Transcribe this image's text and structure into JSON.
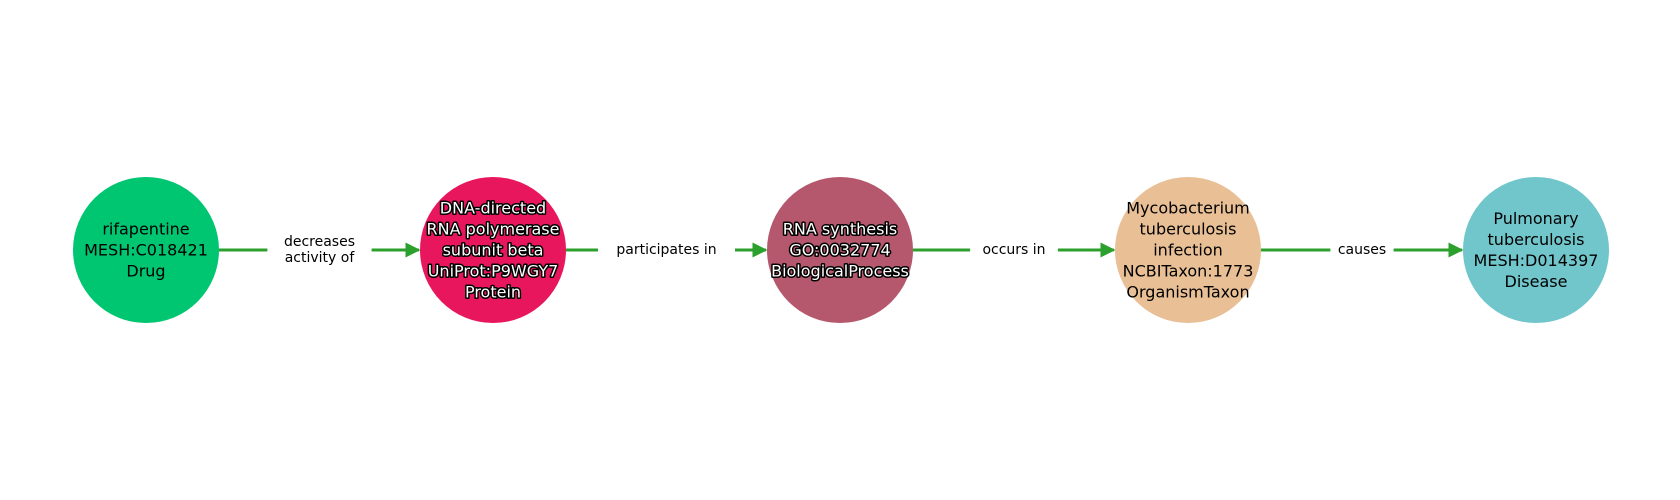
{
  "edge_color": "#2ca02c",
  "nodes": [
    {
      "lines": [
        "rifapentine",
        "MESH:C018421",
        "Drug"
      ],
      "color": "#00c571",
      "text_color": "#000000",
      "halo": false
    },
    {
      "lines": [
        "DNA-directed",
        "RNA polymerase",
        "subunit beta",
        "UniProt:P9WGY7",
        "Protein"
      ],
      "color": "#e8175d",
      "text_color": "#ffffff",
      "halo": true
    },
    {
      "lines": [
        "RNA synthesis",
        "GO:0032774",
        "BiologicalProcess"
      ],
      "color": "#b6586d",
      "text_color": "#ffffff",
      "halo": true
    },
    {
      "lines": [
        "Mycobacterium",
        "tuberculosis",
        "infection",
        "NCBITaxon:1773",
        "OrganismTaxon"
      ],
      "color": "#e9bf96",
      "text_color": "#000000",
      "halo": false
    },
    {
      "lines": [
        "Pulmonary",
        "tuberculosis",
        "MESH:D014397",
        "Disease"
      ],
      "color": "#71c6cb",
      "text_color": "#000000",
      "halo": false
    }
  ],
  "edges": [
    {
      "from": 0,
      "to": 1,
      "lines": [
        "decreases",
        "activity of"
      ]
    },
    {
      "from": 1,
      "to": 2,
      "lines": [
        "participates in"
      ]
    },
    {
      "from": 2,
      "to": 3,
      "lines": [
        "occurs in"
      ]
    },
    {
      "from": 3,
      "to": 4,
      "lines": [
        "causes"
      ]
    }
  ]
}
